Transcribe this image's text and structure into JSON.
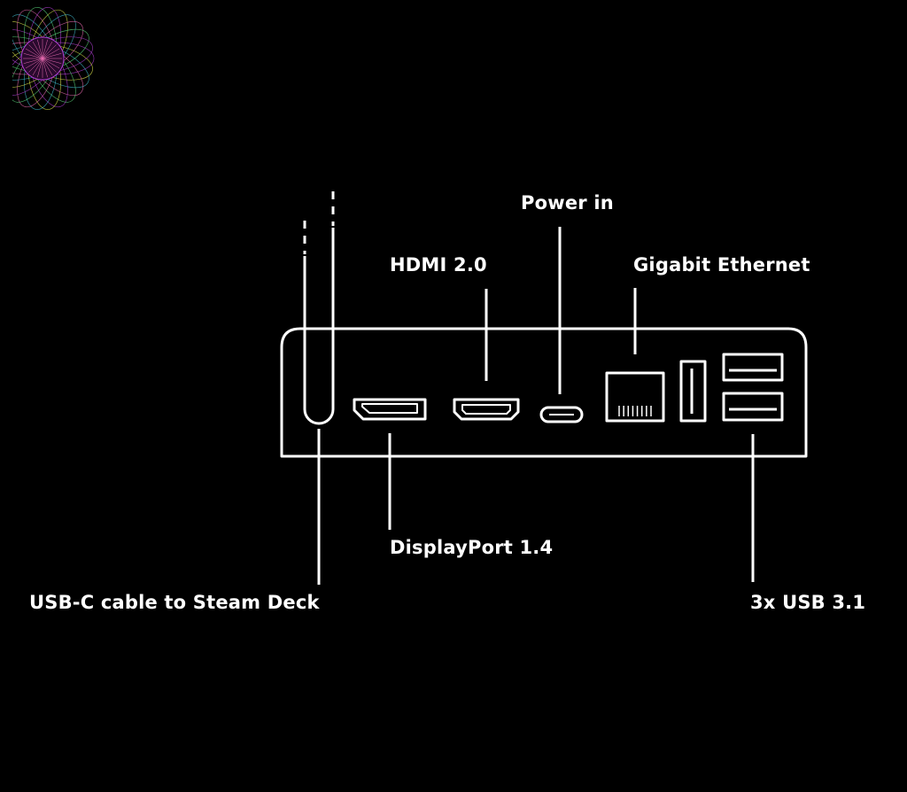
{
  "logo": {
    "name": "spirograph-logo",
    "colors": [
      "#b23fd6",
      "#d8e04a",
      "#3fb7c9",
      "#e86ab0",
      "#5ad17a"
    ]
  },
  "labels": {
    "power_in": "Power in",
    "hdmi": "HDMI 2.0",
    "ethernet": "Gigabit Ethernet",
    "displayport": "DisplayPort 1.4",
    "usb_c_cable": "USB-C cable to Steam Deck",
    "usb_a": "3x USB 3.1"
  },
  "colors": {
    "background": "#000000",
    "line": "#ffffff",
    "text": "#ffffff"
  }
}
